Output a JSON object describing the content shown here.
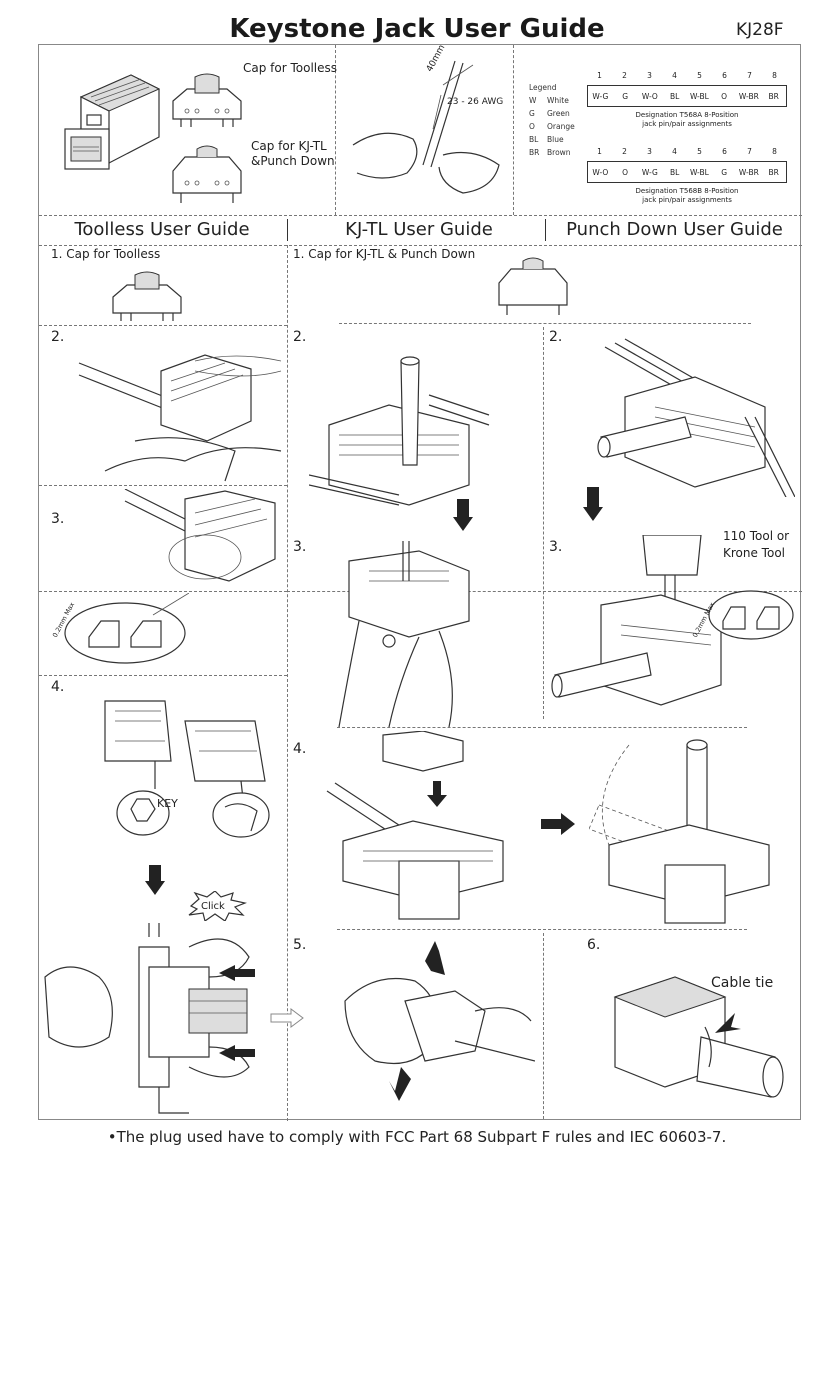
{
  "header": {
    "title": "Keystone Jack User Guide",
    "model": "KJ28F"
  },
  "top": {
    "cap_toolless": "Cap for Toolless",
    "cap_kjtl_line1": "Cap for KJ-TL",
    "cap_kjtl_line2": "&Punch Down",
    "strip_length": "40mm",
    "awg": "23 - 26  AWG",
    "legend": {
      "title": "Legend",
      "items": [
        {
          "code": "W",
          "name": "White"
        },
        {
          "code": "G",
          "name": "Green"
        },
        {
          "code": "O",
          "name": "Orange"
        },
        {
          "code": "BL",
          "name": "Blue"
        },
        {
          "code": "BR",
          "name": "Brown"
        }
      ]
    },
    "pin_numbers": [
      "1",
      "2",
      "3",
      "4",
      "5",
      "6",
      "7",
      "8"
    ],
    "t568a": {
      "pins": [
        "W-G",
        "G",
        "W-O",
        "BL",
        "W-BL",
        "O",
        "W-BR",
        "BR"
      ],
      "caption_line1": "Designation T568A 8-Position",
      "caption_line2": "jack pin/pair assignments"
    },
    "t568b": {
      "pins": [
        "W-O",
        "O",
        "W-G",
        "BL",
        "W-BL",
        "G",
        "W-BR",
        "BR"
      ],
      "caption_line1": "Designation T568B 8-Position",
      "caption_line2": "jack pin/pair assignments"
    }
  },
  "sections": {
    "toolless": "Toolless User Guide",
    "kjtl": "KJ-TL  User Guide",
    "punch": "Punch Down User Guide"
  },
  "steps": {
    "t1": "1. Cap for Toolless",
    "k1": "1. Cap for KJ-TL & Punch Down",
    "t2": "2.",
    "k2": "2.",
    "p2": "2.",
    "t3": "3.",
    "k3": "3.",
    "p3": "3.",
    "t4": "4.",
    "k4": "4.",
    "k5": "5.",
    "k6": "6."
  },
  "labels": {
    "tool_line1": "110 Tool or",
    "tool_line2": "Krone Tool",
    "key": "KEY",
    "click": "Click",
    "cable_tie": "Cable tie",
    "max_a": "0.2mm Max",
    "max_b": "0.2mm Max"
  },
  "footer": {
    "note": "•The plug used have to comply with FCC Part 68 Subpart F rules and IEC 60603-7."
  }
}
